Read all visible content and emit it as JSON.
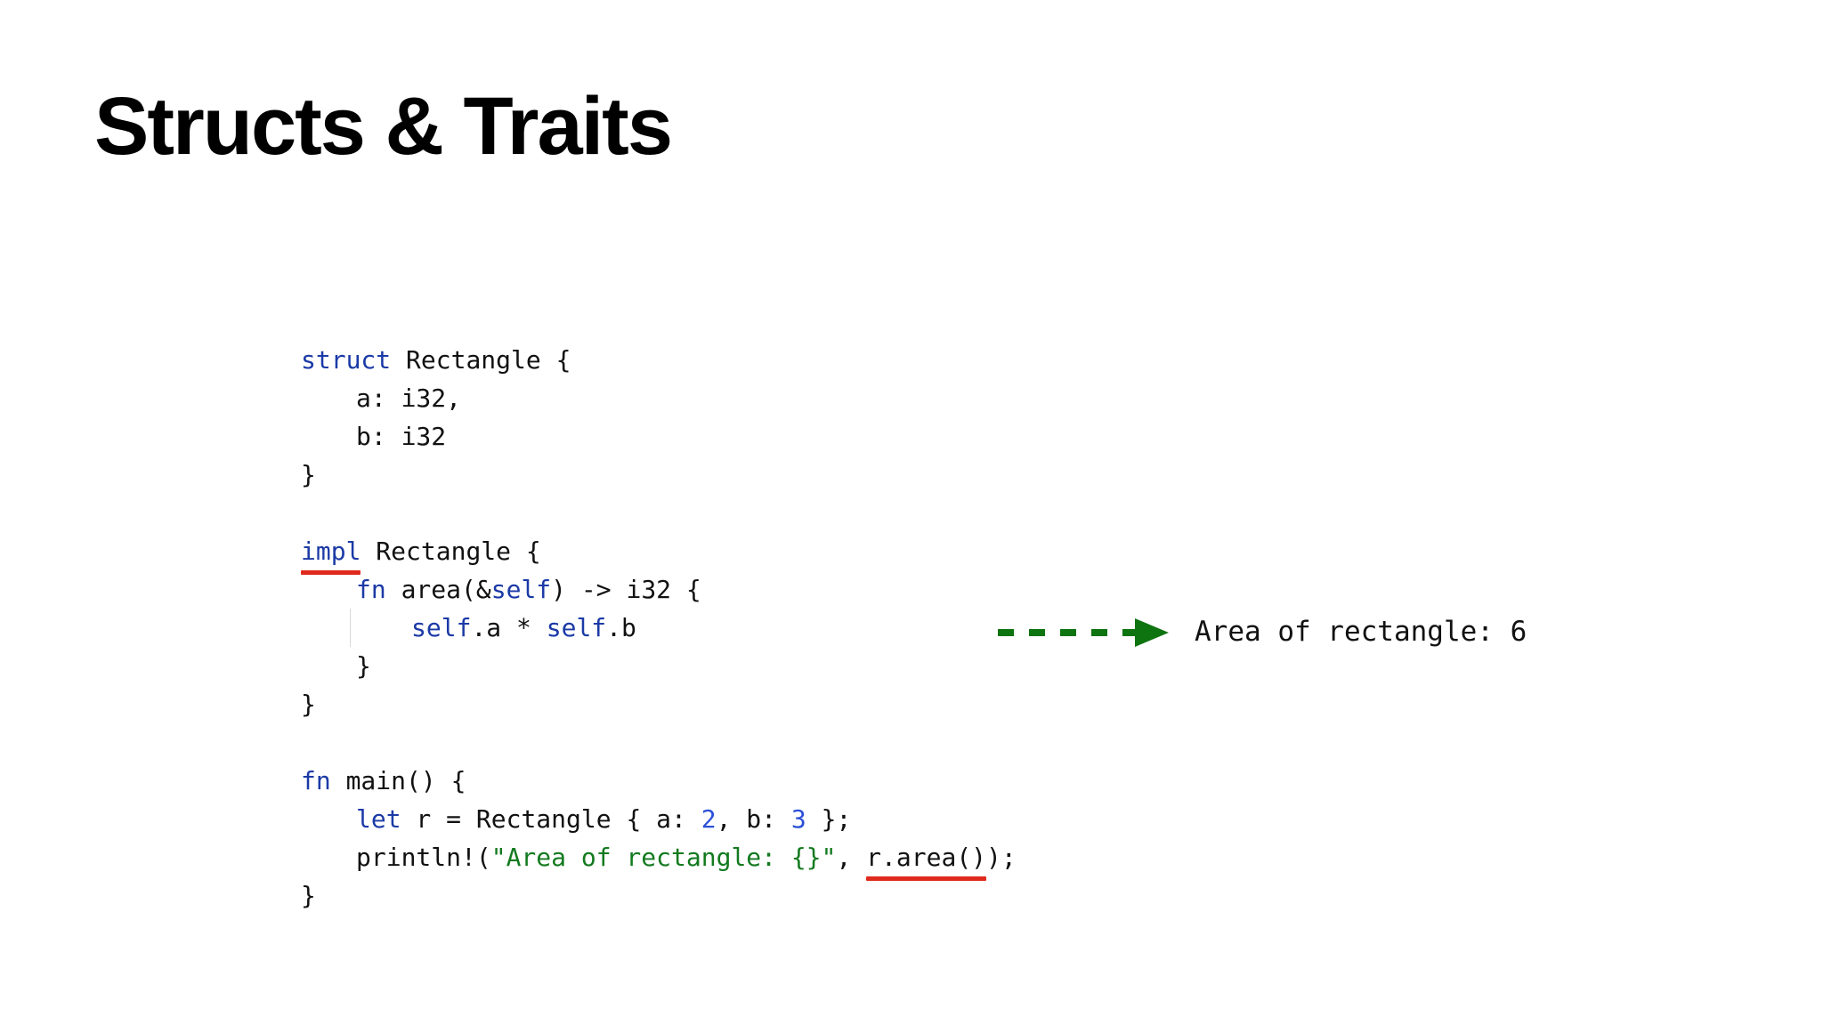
{
  "slide": {
    "title": "Structs & Traits"
  },
  "code": {
    "l1": {
      "kw": "struct",
      "rest": " Rectangle {"
    },
    "l2": {
      "text": "a: i32,"
    },
    "l3": {
      "text": "b: i32"
    },
    "l4": {
      "text": "}"
    },
    "l6": {
      "kw": "impl",
      "rest": " Rectangle {"
    },
    "l7": {
      "kw": "fn",
      "a": " area(&",
      "kw2": "self",
      "b": ") -> i32 {"
    },
    "l8": {
      "kw": "self",
      "a": ".a * ",
      "kw2": "self",
      "b": ".b"
    },
    "l9": {
      "text": "}"
    },
    "l10": {
      "text": "}"
    },
    "l12": {
      "kw": "fn",
      "rest": " main() {"
    },
    "l13": {
      "kw": "let",
      "a": " r = Rectangle { a: ",
      "n1": "2",
      "b": ", b: ",
      "n2": "3",
      "c": " };"
    },
    "l14": {
      "a": "println!(",
      "str": "\"Area of rectangle: {}\"",
      "b": ", ",
      "call": "r.area()",
      "c": ");"
    },
    "l15": {
      "text": "}"
    }
  },
  "output": {
    "text": "Area of rectangle: 6"
  },
  "colors": {
    "keyword": "#1b3aa6",
    "number": "#2a4fd8",
    "string": "#137a1f",
    "highlight_underline": "#e0291d",
    "arrow": "#0e7410"
  }
}
